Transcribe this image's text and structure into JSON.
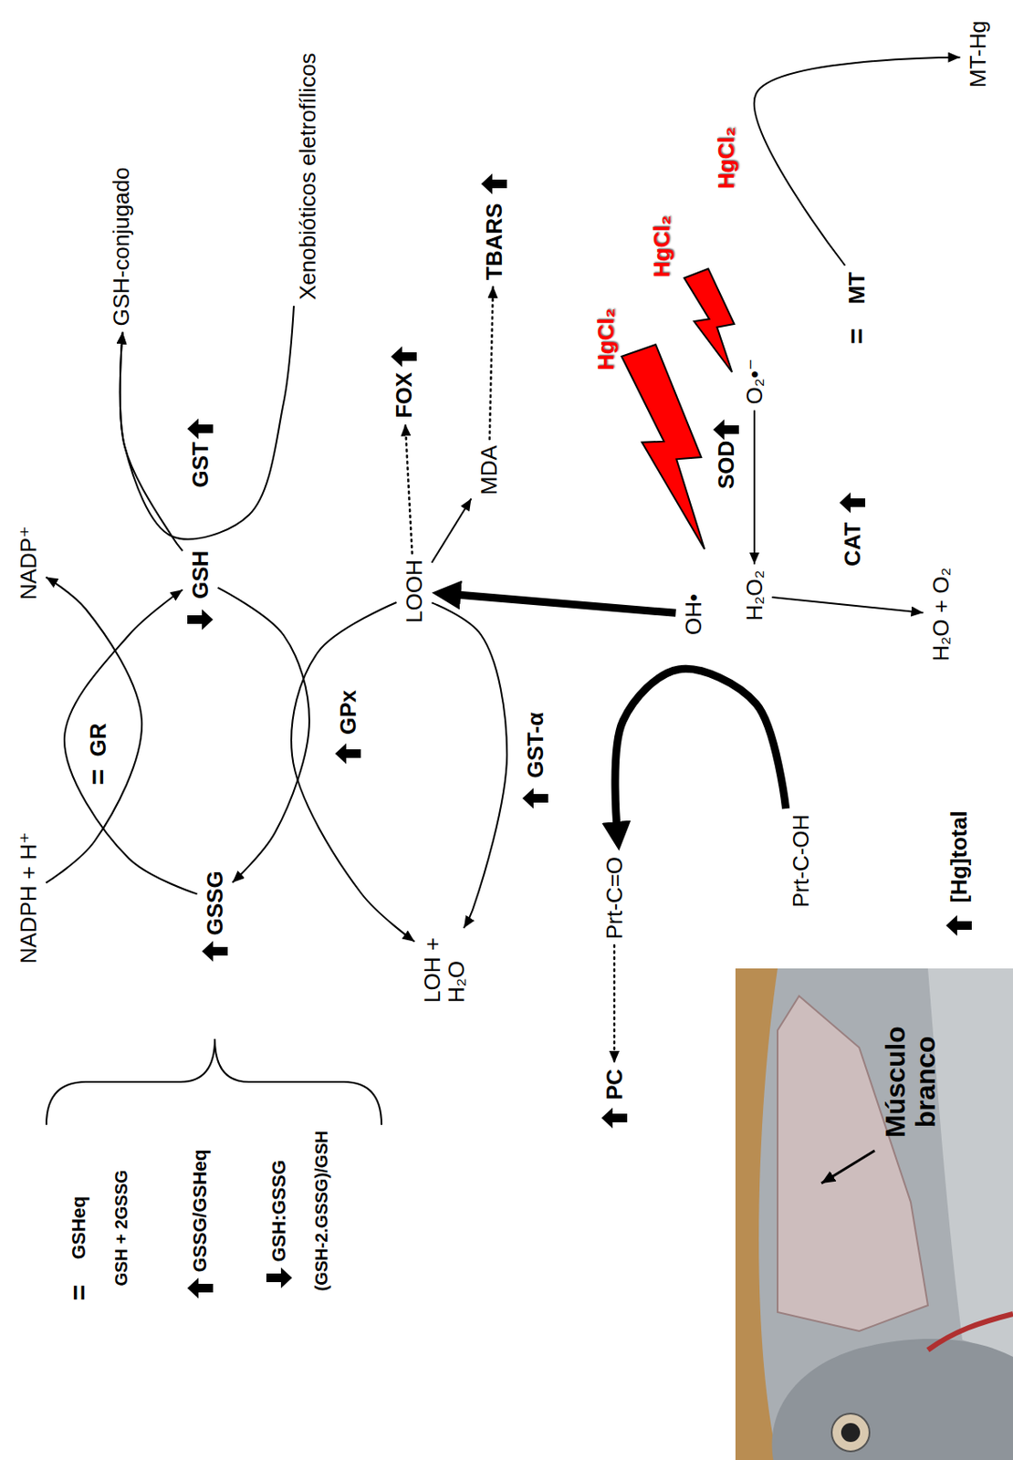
{
  "diagram": {
    "nodes": [
      {
        "text": [
          "NADPH + H⁺"
        ]
      },
      {
        "text": [
          "NADP⁺"
        ]
      },
      {
        "text": [
          "GSSG"
        ]
      },
      {
        "text": [
          "GSH"
        ]
      },
      {
        "text": [
          "GSH-conjugado"
        ]
      },
      {
        "text": [
          "Xenobióticos eletrofílicos"
        ]
      },
      {
        "text": [
          "LOH + H₂O"
        ]
      },
      {
        "text": [
          "LOOH"
        ]
      },
      {
        "text": [
          "FOX"
        ]
      },
      {
        "text": [
          "MDA"
        ]
      },
      {
        "text": [
          "TBARS"
        ]
      },
      {
        "text": [
          "Prt-C=O"
        ]
      },
      {
        "text": [
          "PC"
        ]
      },
      {
        "text": [
          "Prt-C-OH"
        ]
      },
      {
        "text": [
          "OH•"
        ]
      },
      {
        "text": [
          "H₂O₂"
        ]
      },
      {
        "text": [
          "O₂•⁻"
        ]
      },
      {
        "text": [
          "H₂O + O₂"
        ]
      },
      {
        "text": [
          "MT"
        ]
      },
      {
        "text": [
          "MT-Hg"
        ]
      }
    ],
    "edges": [
      {
        "from": 0,
        "to": 1,
        "arrow": "to"
      },
      {
        "from": 2,
        "to": 3,
        "arrow": "to",
        "label": "GR"
      },
      {
        "from": 3,
        "to": 2,
        "arrow": "to",
        "label": "GPx"
      },
      {
        "from": 7,
        "to": 6,
        "arrow": "to"
      },
      {
        "from": 7,
        "to": 6,
        "arrow": "to",
        "label": "GST-α"
      },
      {
        "from": 3,
        "to": 4,
        "arrow": "to",
        "label": "GST"
      },
      {
        "from": 5,
        "to": 4,
        "arrow": "to"
      },
      {
        "from": 7,
        "to": 8,
        "arrow": "to"
      },
      {
        "from": 7,
        "to": 9,
        "arrow": "to"
      },
      {
        "from": 9,
        "to": 10,
        "arrow": "to"
      },
      {
        "from": 14,
        "to": 7,
        "arrow": "to"
      },
      {
        "from": 13,
        "to": 11,
        "arrow": "to"
      },
      {
        "from": 11,
        "to": 12,
        "arrow": "to"
      },
      {
        "from": 16,
        "to": 15,
        "arrow": "to",
        "label": "SOD"
      },
      {
        "from": 15,
        "to": 17,
        "arrow": "to",
        "label": "CAT"
      },
      {
        "from": 18,
        "to": 19,
        "arrow": "to"
      }
    ],
    "labels": [
      "=",
      "GSHeq",
      "GSH + 2GSSG",
      "GSSG/GSHeq",
      "GSH:GSSG",
      "(GSH-2.GSSG)/GSH",
      "=",
      "HgCl₂",
      "HgCl₂",
      "HgCl₂",
      "=",
      "[Hg]total",
      "Músculo branco"
    ]
  }
}
